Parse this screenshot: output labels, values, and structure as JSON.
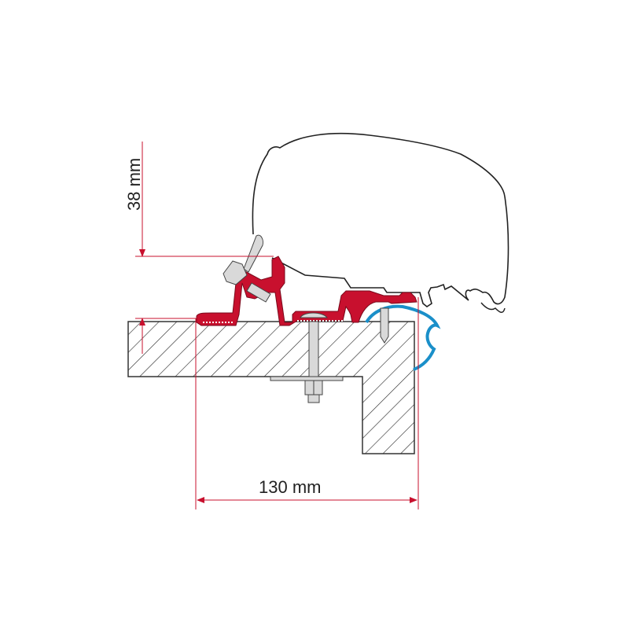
{
  "diagram": {
    "type": "technical-mounting-drawing",
    "dimensions": {
      "vertical": {
        "label": "38 mm",
        "value": 38,
        "unit": "mm"
      },
      "horizontal": {
        "label": "130 mm",
        "value": 130,
        "unit": "mm"
      }
    },
    "components": [
      {
        "name": "awning-housing",
        "shape": "outline"
      },
      {
        "name": "adapter-bracket",
        "color": "#c8102e"
      },
      {
        "name": "rain-gutter-profile",
        "color": "#1a8fc9"
      },
      {
        "name": "bolt-and-nut",
        "color": "#d9d9d9"
      },
      {
        "name": "screw",
        "color": "#d9d9d9"
      },
      {
        "name": "roof-section",
        "pattern": "hatched"
      }
    ],
    "colors": {
      "dimension_line": "#c8102e",
      "bracket": "#c8102e",
      "gutter": "#1a8fc9",
      "hardware": "#d9d9d9",
      "outline": "#222222",
      "background": "#ffffff"
    }
  }
}
